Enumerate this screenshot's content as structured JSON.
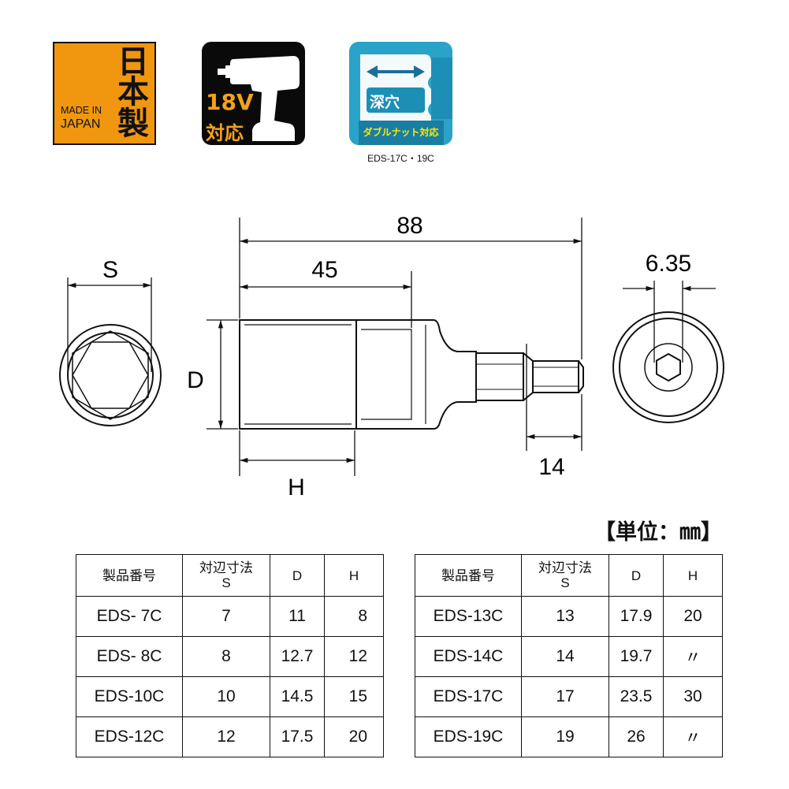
{
  "badges": {
    "made_in_japan": {
      "kanji": [
        "日",
        "本",
        "製"
      ],
      "line1": "MADE IN",
      "line2": "JAPAN"
    },
    "voltage": {
      "line1": "18V",
      "line2": "対応"
    },
    "deep": {
      "label": "深穴",
      "sub": "ダブルナット対応",
      "caption": "EDS-17C・19C"
    }
  },
  "dimensions": {
    "total_length": "88",
    "socket_depth": "45",
    "hex_size_label": "S",
    "diameter_label": "D",
    "head_length_label": "H",
    "shank_length": "14",
    "shank_size": "6.35"
  },
  "unit_label": "【単位：㎜】",
  "tables": {
    "headers": [
      "製品番号",
      "対辺寸法\nS",
      "D",
      "H"
    ],
    "left": [
      [
        "EDS- 7C",
        "7",
        "11",
        "8"
      ],
      [
        "EDS- 8C",
        "8",
        "12.7",
        "12"
      ],
      [
        "EDS-10C",
        "10",
        "14.5",
        "15"
      ],
      [
        "EDS-12C",
        "12",
        "17.5",
        "20"
      ]
    ],
    "right": [
      [
        "EDS-13C",
        "13",
        "17.9",
        "20"
      ],
      [
        "EDS-14C",
        "14",
        "19.7",
        "〃"
      ],
      [
        "EDS-17C",
        "17",
        "23.5",
        "30"
      ],
      [
        "EDS-19C",
        "19",
        "26",
        "〃"
      ]
    ]
  }
}
